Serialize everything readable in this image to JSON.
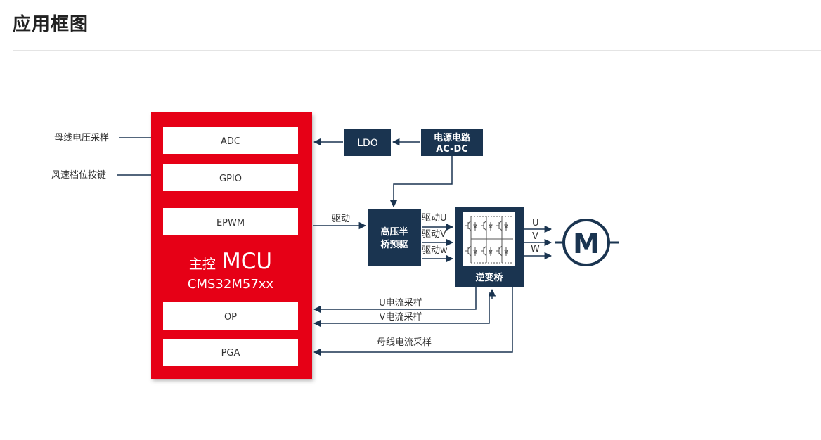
{
  "page": {
    "title": "应用框图"
  },
  "diagram": {
    "colors": {
      "mcu_red": "#e60012",
      "dark_navy": "#1a3450",
      "line": "#1a3450",
      "text": "#333333"
    },
    "inputs": {
      "bus_voltage": "母线电压采样",
      "fan_speed": "风速档位按键"
    },
    "mcu": {
      "title_prefix": "主控",
      "title_main": "MCU",
      "model": "CMS32M57xx",
      "modules": {
        "adc": "ADC",
        "gpio": "GPIO",
        "epwm": "EPWM",
        "op": "OP",
        "pga": "PGA"
      }
    },
    "ldo": "LDO",
    "power": {
      "line1": "电源电路",
      "line2": "AC-DC"
    },
    "predriver": {
      "line1": "高压半",
      "line2": "桥预驱"
    },
    "drive_label": "驱动",
    "drive_channels": [
      "驱动U",
      "驱动V",
      "驱动w"
    ],
    "inverter": "逆变桥",
    "phases": [
      "U",
      "V",
      "W"
    ],
    "motor": "M",
    "feedback": {
      "u_current": "U电流采样",
      "v_current": "V电流采样",
      "bus_current": "母线电流采样"
    }
  }
}
